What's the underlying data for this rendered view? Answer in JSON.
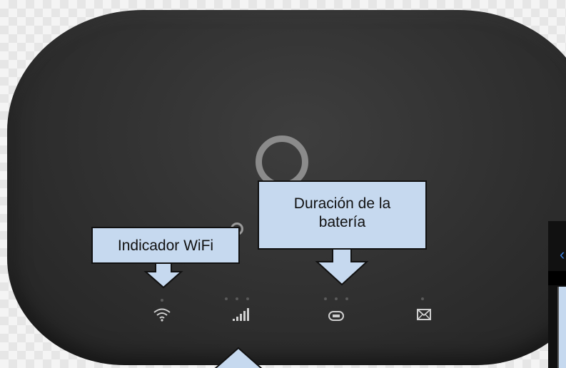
{
  "callouts": {
    "wifi": "Indicador WiFi",
    "battery_line1": "Duración de la",
    "battery_line2": "batería"
  },
  "icons": [
    "wifi-icon",
    "signal-icon",
    "battery-icon",
    "message-icon"
  ],
  "colors": {
    "device": "#2f2f2f",
    "callout_fill": "#c6d9ef",
    "icon": "#cfcfcf",
    "accent": "#3a7bd5"
  }
}
